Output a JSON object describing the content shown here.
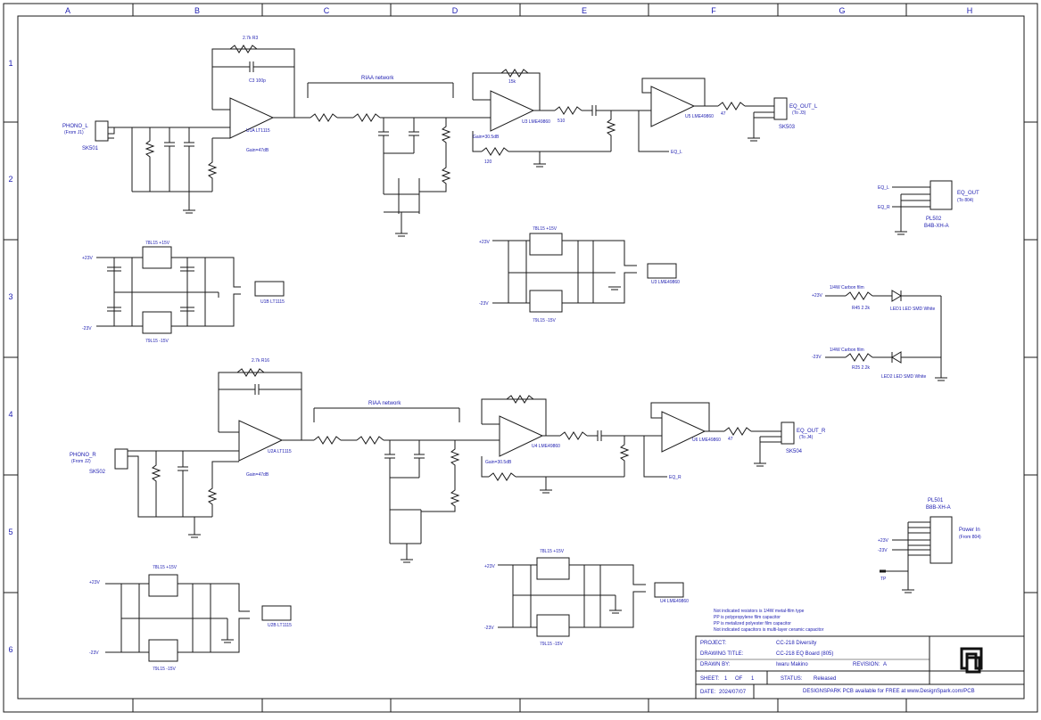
{
  "border": {
    "columns": [
      "A",
      "B",
      "C",
      "D",
      "E",
      "F",
      "G",
      "H"
    ],
    "rows": [
      "1",
      "2",
      "3",
      "4",
      "5",
      "6"
    ]
  },
  "ports": {
    "phono_l": "PHONO_L",
    "phono_l_sub": "(From J1)",
    "phono_r": "PHONO_R",
    "phono_r_sub": "(From J2)",
    "sk501": "SK501",
    "sk502": "SK502",
    "sk503": "SK503",
    "sk504": "SK504",
    "eq_out_l": "EQ_OUT_L",
    "eq_out_l_sub": "(To J3)",
    "eq_out_r": "EQ_OUT_R",
    "eq_out_r_sub": "(To J4)",
    "eq_l_net": "EQ_L",
    "eq_r_net": "EQ_R",
    "eq_out_block": "EQ_OUT",
    "eq_out_block_sub": "(To 804)",
    "pl502": "PL502",
    "pl502_type": "B4B-XH-A",
    "pl501": "PL501",
    "pl501_type": "B8B-XH-A",
    "power_in": "Power In",
    "power_in_sub": "(From 804)",
    "tp": "TP"
  },
  "sections": {
    "riaa_top": "RIAA network",
    "riaa_bottom": "RIAA network"
  },
  "components": {
    "u1a": "U1A LT1115",
    "u1b": "U1B LT1115",
    "u2a": "U2A LT1115",
    "u2b": "U2B LT1115",
    "u3": "U3 LME49860",
    "u4": "U4 LME49860",
    "u5": "U5 LME49860",
    "u6": "U6 LME49860",
    "gain_top": "Gain=47dB",
    "gain_bottom": "Gain=47dB",
    "gain_top2": "Gain=30.5dB",
    "gain_bottom2": "Gain=30.5dB",
    "reg_pos": "78L15 +15V",
    "reg_neg": "79L15 -15V",
    "rail_pos": "+23V",
    "rail_neg": "-23V",
    "led1": "LED1 LED SMD White",
    "led2": "LED2 LED SMD White",
    "r_led1": "R45 2.2k",
    "r_led2": "R25 2.2k",
    "led_note": "1/4W Carbon film",
    "r_top_fb": "2.7k R3",
    "r_bottom_fb": "2.7k R16",
    "c_fb": "C3 100p",
    "r47": "47",
    "r510": "510",
    "r15k": "15k",
    "r120": "120"
  },
  "notes": {
    "n1": "Not indicated resistors is 1/4W metal-film type",
    "n2": "PP is polypropylene film capacitor",
    "n3": "PP is metalized polyester film capacitor",
    "n4": "Not indicated capacitors is multi-layer ceramic capacitor"
  },
  "title_block": {
    "project_label": "PROJECT:",
    "project_value": "CC-218 Diversity",
    "drawing_title_label": "DRAWING TITLE:",
    "drawing_title_value": "CC-218 EQ Board (805)",
    "drawn_by_label": "DRAWN BY:",
    "drawn_by_value": "Iwaru Makino",
    "revision_label": "REVISION:",
    "revision_value": "A",
    "sheet_label": "SHEET:",
    "sheet_value": "1",
    "sheet_of": "OF",
    "sheet_total": "1",
    "status_label": "STATUS:",
    "status_value": "Released",
    "date_label": "DATE:",
    "date_value": "2024/07/07",
    "footer": "DESIGNSPARK PCB available for FREE at www.DesignSpark.com/PCB"
  }
}
